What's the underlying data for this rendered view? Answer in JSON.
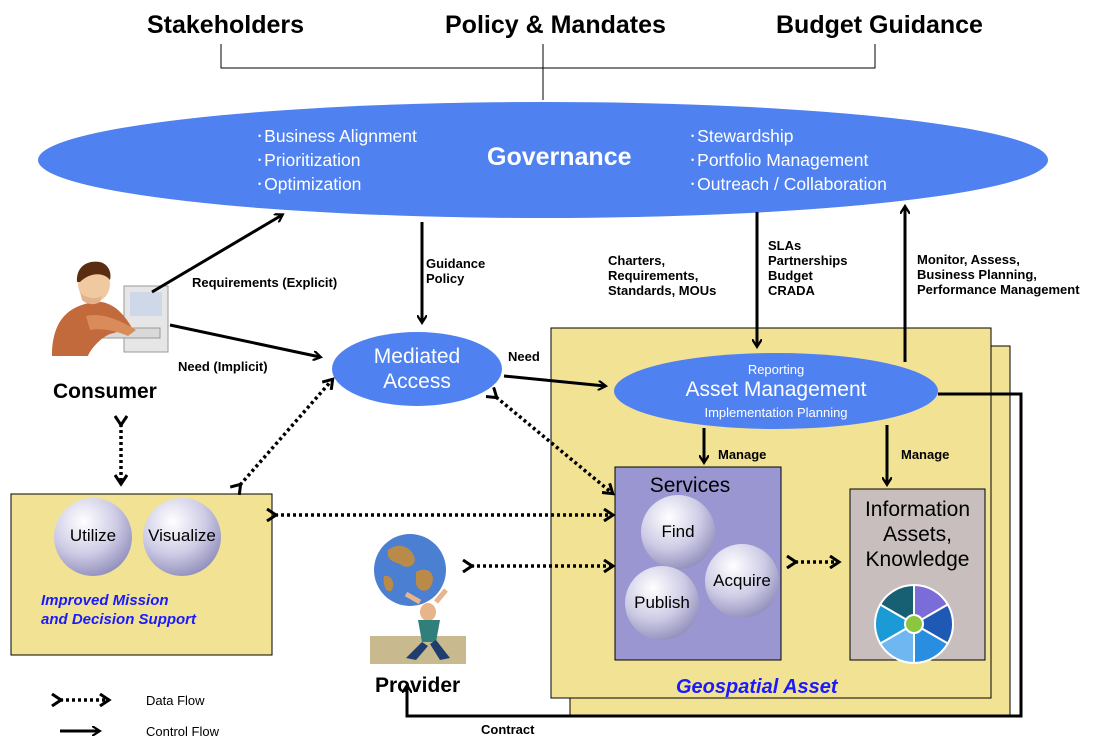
{
  "header": {
    "stakeholders": "Stakeholders",
    "policy": "Policy & Mandates",
    "budget": "Budget Guidance"
  },
  "governance": {
    "title": "Governance",
    "left_items": [
      "Business Alignment",
      "Prioritization",
      "Optimization"
    ],
    "right_items": [
      "Stewardship",
      "Portfolio Management",
      "Outreach / Collaboration"
    ]
  },
  "mediated_access": {
    "line1": "Mediated",
    "line2": "Access"
  },
  "asset_management": {
    "top": "Reporting",
    "title": "Asset Management",
    "bottom": "Implementation Planning"
  },
  "labels": {
    "requirements_explicit": "Requirements (Explicit)",
    "need_implicit": "Need (Implicit)",
    "guidance_policy": [
      "Guidance",
      "Policy"
    ],
    "charters": [
      "Charters,",
      "Requirements,",
      "Standards, MOUs"
    ],
    "slas": [
      "SLAs",
      "Partnerships",
      "Budget",
      "CRADA"
    ],
    "monitor": [
      "Monitor, Assess,",
      "Business Planning,",
      "Performance Management"
    ],
    "need": "Need",
    "manage_services": "Manage",
    "manage_info": "Manage",
    "contract": "Contract"
  },
  "consumer": {
    "label": "Consumer"
  },
  "provider": {
    "label": "Provider"
  },
  "mission_box": {
    "utilize": "Utilize",
    "visualize": "Visualize",
    "caption": [
      "Improved Mission",
      "and Decision Support"
    ]
  },
  "services": {
    "title": "Services",
    "find": "Find",
    "acquire": "Acquire",
    "publish": "Publish"
  },
  "info_assets": {
    "lines": [
      "Information",
      "Assets,",
      "Knowledge"
    ]
  },
  "geospatial_asset": {
    "label": "Geospatial Asset"
  },
  "legend": {
    "data_flow": "Data Flow",
    "control_flow": "Control Flow"
  },
  "colors": {
    "ellipse_blue": "#4f81f0",
    "panel_yellow": "#f2e394",
    "services_purple": "#9a96d2",
    "info_gray": "#c8bebe",
    "accent_text_blue": "#1a1aff"
  },
  "icons": [
    "person-at-computer-icon",
    "person-carrying-globe-icon",
    "segmented-pie-icon"
  ]
}
